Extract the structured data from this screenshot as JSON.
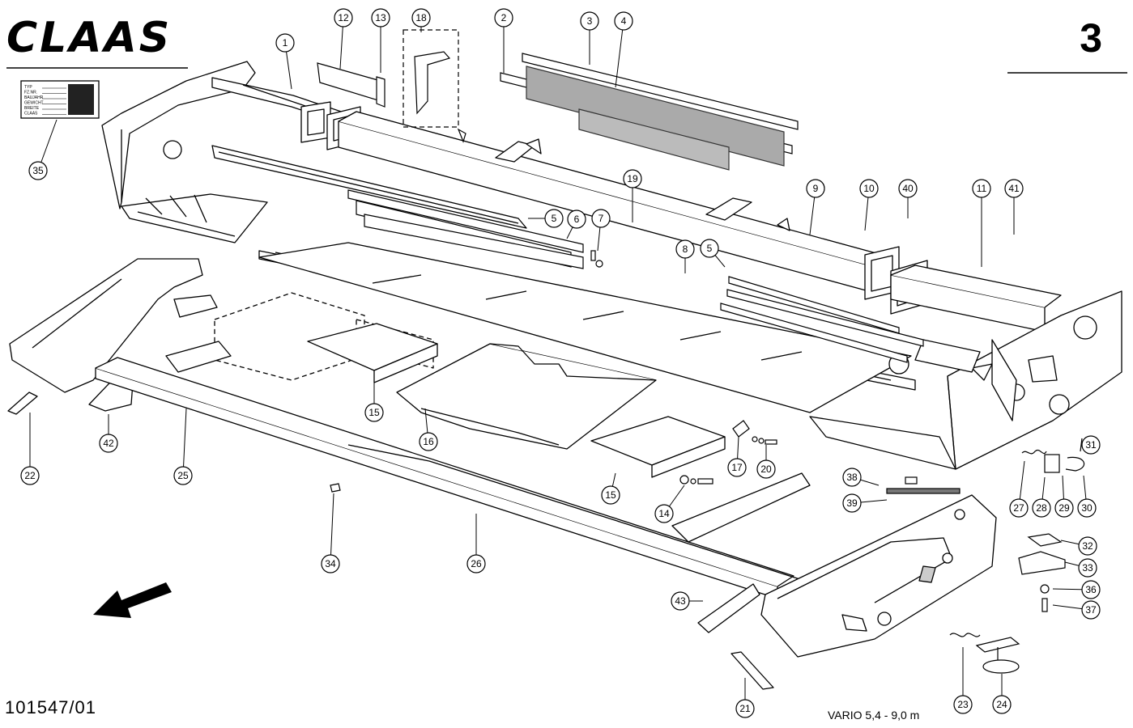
{
  "header": {
    "brand": "CLAAS",
    "page_number": "3"
  },
  "footer": {
    "document_number": "101547/01",
    "model_range": "VARIO 5,4 - 9,0 m"
  },
  "type_plate_lines": [
    "TYP",
    "FZ.NR.",
    "BAUJAHR",
    "GEWICHT",
    "BREITE",
    "CLAAS"
  ],
  "callouts": [
    {
      "id": "1",
      "label": "1"
    },
    {
      "id": "2",
      "label": "2"
    },
    {
      "id": "3",
      "label": "3"
    },
    {
      "id": "4",
      "label": "4"
    },
    {
      "id": "5a",
      "label": "5"
    },
    {
      "id": "5b",
      "label": "5"
    },
    {
      "id": "6",
      "label": "6"
    },
    {
      "id": "7",
      "label": "7"
    },
    {
      "id": "8",
      "label": "8"
    },
    {
      "id": "9",
      "label": "9"
    },
    {
      "id": "10",
      "label": "10"
    },
    {
      "id": "11",
      "label": "11"
    },
    {
      "id": "12",
      "label": "12"
    },
    {
      "id": "13",
      "label": "13"
    },
    {
      "id": "14",
      "label": "14"
    },
    {
      "id": "15a",
      "label": "15"
    },
    {
      "id": "15b",
      "label": "15"
    },
    {
      "id": "16",
      "label": "16"
    },
    {
      "id": "17",
      "label": "17"
    },
    {
      "id": "18",
      "label": "18"
    },
    {
      "id": "19",
      "label": "19"
    },
    {
      "id": "20",
      "label": "20"
    },
    {
      "id": "21",
      "label": "21"
    },
    {
      "id": "22",
      "label": "22"
    },
    {
      "id": "23",
      "label": "23"
    },
    {
      "id": "24",
      "label": "24"
    },
    {
      "id": "25",
      "label": "25"
    },
    {
      "id": "26",
      "label": "26"
    },
    {
      "id": "27",
      "label": "27"
    },
    {
      "id": "28",
      "label": "28"
    },
    {
      "id": "29",
      "label": "29"
    },
    {
      "id": "30",
      "label": "30"
    },
    {
      "id": "31",
      "label": "31"
    },
    {
      "id": "32",
      "label": "32"
    },
    {
      "id": "33",
      "label": "33"
    },
    {
      "id": "34",
      "label": "34"
    },
    {
      "id": "35",
      "label": "35"
    },
    {
      "id": "36",
      "label": "36"
    },
    {
      "id": "37",
      "label": "37"
    },
    {
      "id": "38",
      "label": "38"
    },
    {
      "id": "39",
      "label": "39"
    },
    {
      "id": "40",
      "label": "40"
    },
    {
      "id": "41",
      "label": "41"
    },
    {
      "id": "42",
      "label": "42"
    },
    {
      "id": "43",
      "label": "43"
    }
  ]
}
